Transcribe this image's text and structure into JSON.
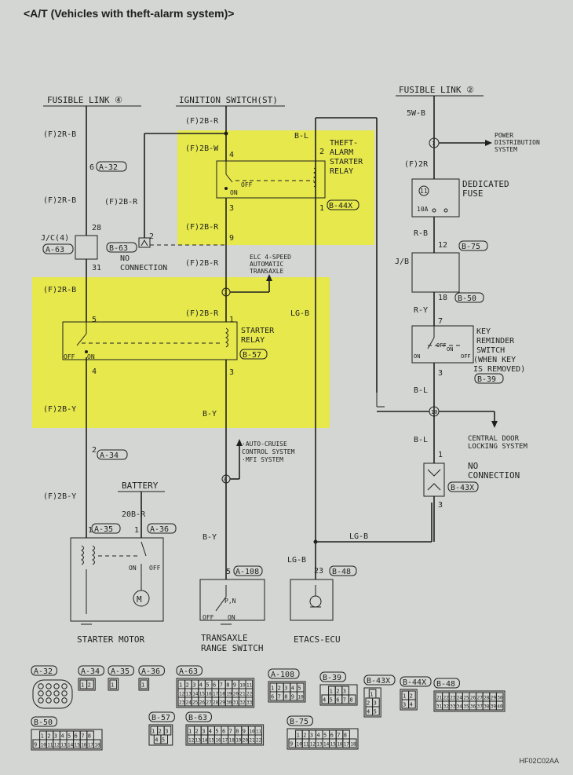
{
  "title": "<A/T (Vehicles with theft-alarm system)>",
  "reference": "HF02C02AA",
  "headings": {
    "fusible_link_4": "FUSIBLE LINK ④",
    "ignition_switch": "IGNITION SWITCH(ST)",
    "fusible_link_2": "FUSIBLE LINK ②"
  },
  "wires": {
    "f2rb_1": "(F)2R-B",
    "f2rb_2": "(F)2R-B",
    "f2rb_3": "(F)2R-B",
    "f2br_top": "(F)2B-R",
    "f2br_left": "(F)2B-R",
    "f2bw": "(F)2B-W",
    "bl_top": "B-L",
    "f2br_mid": "(F)2B-R",
    "f2br_mid2": "(F)2B-R",
    "f2br_low": "(F)2B-R",
    "lgb_1": "LG-B",
    "f2by_1": "(F)2B-Y",
    "by_1": "B-Y",
    "f2by_2": "(F)2B-Y",
    "by_2": "B-Y",
    "r20b": "20B-R",
    "lgb_2": "LG-B",
    "lgb_3": "LG-B",
    "w5b": "5W-B",
    "f2r": "(F)2R",
    "rb": "R-B",
    "ry": "R-Y",
    "bl_1": "B-L",
    "bl_2": "B-L"
  },
  "pins": {
    "p6": "6",
    "p28": "28",
    "p31": "31",
    "p5a": "5",
    "p4a": "4",
    "p2a": "2",
    "p4b": "4",
    "p2b": "2",
    "p3b": "3",
    "p1b": "1",
    "p9": "9",
    "p1c": "1",
    "p3c": "3",
    "p2d": "2",
    "p1e": "1",
    "p1f": "1",
    "p5g": "5",
    "p23": "23",
    "p12": "12",
    "p18": "18",
    "p7": "7",
    "p3h": "3",
    "p1i": "1",
    "p3i": "3"
  },
  "connectors": {
    "a32": "A-32",
    "a63": "A-63",
    "b63": "B-63",
    "b44x": "B-44X",
    "b57": "B-57",
    "a34": "A-34",
    "a35": "A-35",
    "a36": "A-36",
    "a108": "A-108",
    "b48": "B-48",
    "b75": "B-75",
    "b50": "B-50",
    "b39": "B-39",
    "b43x": "B-43X"
  },
  "components": {
    "jc4": "J/C(4)",
    "no_conn_1": "NO",
    "no_conn_1b": "CONNECTION",
    "theft_relay_1": "THEFT-",
    "theft_relay_2": "ALARM",
    "theft_relay_3": "STARTER",
    "theft_relay_4": "RELAY",
    "starter_relay_1": "STARTER",
    "starter_relay_2": "RELAY",
    "elc_1": "ELC 4-SPEED",
    "elc_2": "AUTOMATIC",
    "elc_3": "TRANSAXLE",
    "auto_cruise_1": "·AUTO-CRUISE",
    "auto_cruise_2": "CONTROL SYSTEM",
    "auto_cruise_3": "·MFI SYSTEM",
    "battery": "BATTERY",
    "starter_motor": "STARTER MOTOR",
    "transaxle_1": "TRANSAXLE",
    "transaxle_2": "RANGE SWITCH",
    "etacs": "ETACS-ECU",
    "power_dist_1": "POWER",
    "power_dist_2": "DISTRIBUTION",
    "power_dist_3": "SYSTEM",
    "ded_fuse_1": "DEDICATED",
    "ded_fuse_2": "FUSE",
    "jb": "J/B",
    "key_rem_1": "KEY",
    "key_rem_2": "REMINDER",
    "key_rem_3": "SWITCH",
    "key_rem_4": "(WHEN KEY",
    "key_rem_5": "IS REMOVED)",
    "central_1": "CENTRAL DOOR",
    "central_2": "LOCKING SYSTEM",
    "no_conn_2": "NO",
    "no_conn_2b": "CONNECTION",
    "fuse_amp": "10A",
    "fuse_num": "11",
    "off_1": "OFF",
    "on_1": "ON",
    "off_2": "OFF",
    "on_2": "ON",
    "on_3": "ON",
    "off_3": "OFF",
    "pn": "P,N",
    "off_4": "OFF",
    "on_4": "ON",
    "on_5": "ON",
    "off_5": "OFF",
    "on_6": "ON",
    "off_6": "OFF",
    "junc_1": "1",
    "junc_7": "7",
    "junc_8": "8",
    "junc_10": "10"
  },
  "connector_views": [
    {
      "id": "A-32",
      "rows": []
    },
    {
      "id": "A-34",
      "rows": [
        [
          "1",
          "2"
        ]
      ]
    },
    {
      "id": "A-35",
      "rows": [
        [
          "1"
        ]
      ]
    },
    {
      "id": "A-36",
      "rows": [
        [
          "1"
        ]
      ]
    },
    {
      "id": "A-63",
      "rows": [
        [
          "1",
          "2",
          "3",
          "4",
          "5",
          "6",
          "7",
          "8",
          "9",
          "10",
          "11"
        ],
        [
          "12",
          "13",
          "14",
          "15",
          "16",
          "17",
          "18",
          "19",
          "20",
          "21",
          "22"
        ],
        [
          "23",
          "24",
          "25",
          "26",
          "27",
          "28",
          "29",
          "30",
          "31",
          "32",
          "33"
        ]
      ]
    },
    {
      "id": "A-108",
      "rows": [
        [
          "1",
          "2",
          "3",
          "4",
          "5"
        ],
        [
          "6",
          "7",
          "8",
          "9",
          "10"
        ]
      ]
    },
    {
      "id": "B-39",
      "rows": [
        [
          "1",
          "2",
          "3"
        ],
        [
          "4",
          "5",
          "6",
          "7",
          "8"
        ]
      ]
    },
    {
      "id": "B-43X",
      "rows": [
        [
          "1"
        ],
        [
          "2",
          "3"
        ],
        [
          "4",
          "5"
        ]
      ]
    },
    {
      "id": "B-44X",
      "rows": [
        [
          "1",
          "2"
        ],
        [
          "3",
          "4"
        ]
      ]
    },
    {
      "id": "B-48",
      "rows": [
        [
          "21",
          "22",
          "23",
          "24",
          "25",
          "26",
          "27",
          "28",
          "29",
          "30"
        ],
        [
          "31",
          "32",
          "33",
          "34",
          "35",
          "36",
          "37",
          "38",
          "39",
          "40"
        ]
      ]
    },
    {
      "id": "B-50",
      "rows": [
        [
          "1",
          "2",
          "3",
          "4",
          "5",
          "6",
          "7",
          "8"
        ],
        [
          "9",
          "10",
          "11",
          "12",
          "13",
          "14",
          "15",
          "16",
          "17",
          "18"
        ]
      ]
    },
    {
      "id": "B-57",
      "rows": [
        [
          "1",
          "2",
          "3"
        ],
        [
          "4",
          "5"
        ]
      ]
    },
    {
      "id": "B-63",
      "rows": [
        [
          "1",
          "2",
          "3",
          "4",
          "5",
          "6",
          "7",
          "8",
          "9",
          "10",
          "11"
        ],
        [
          "12",
          "13",
          "14",
          "15",
          "16",
          "17",
          "18",
          "19",
          "20",
          "21",
          "22"
        ]
      ]
    },
    {
      "id": "B-75",
      "rows": [
        [
          "1",
          "2",
          "3",
          "4",
          "5",
          "6",
          "7",
          "8"
        ],
        [
          "9",
          "10",
          "11",
          "12",
          "13",
          "14",
          "15",
          "16",
          "17",
          "18"
        ]
      ]
    }
  ]
}
